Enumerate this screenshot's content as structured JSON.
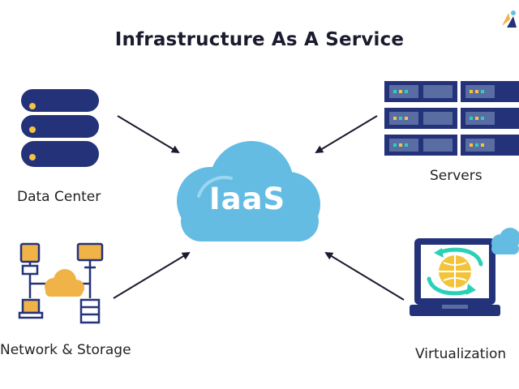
{
  "title": "Infrastructure As A Service",
  "center_label": "IaaS",
  "nodes": {
    "data_center": "Data Center",
    "servers": "Servers",
    "network_storage": "Network & Storage",
    "virtualization": "Virtualization"
  },
  "colors": {
    "navy": "#24327a",
    "cloud": "#64bce3",
    "cloud_light": "#9ad6f0",
    "server_light": "#5a6da3",
    "led_yellow": "#f5c342",
    "led_green": "#2bd1b7",
    "network_gold": "#f0b348",
    "globe_gold": "#f3c43a",
    "arrow": "#1b1b2f"
  }
}
